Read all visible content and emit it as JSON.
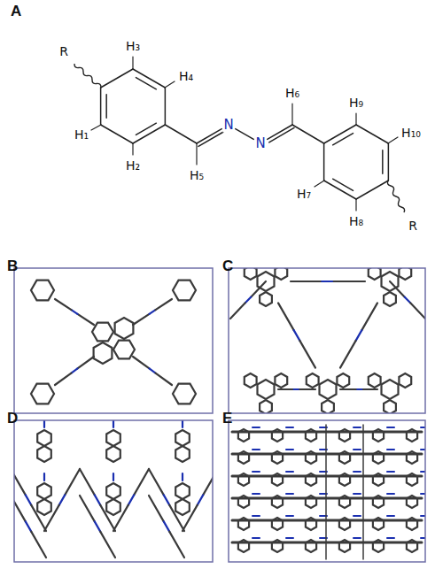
{
  "diagram": {
    "labels": [
      "A",
      "R",
      "H₃",
      "H₄",
      "H₁",
      "H₂",
      "N",
      "N",
      "H₅",
      "H₆",
      "H₉",
      "H₁₀",
      "H₇",
      "H₈",
      "R",
      "B",
      "C",
      "D",
      "E"
    ]
  }
}
